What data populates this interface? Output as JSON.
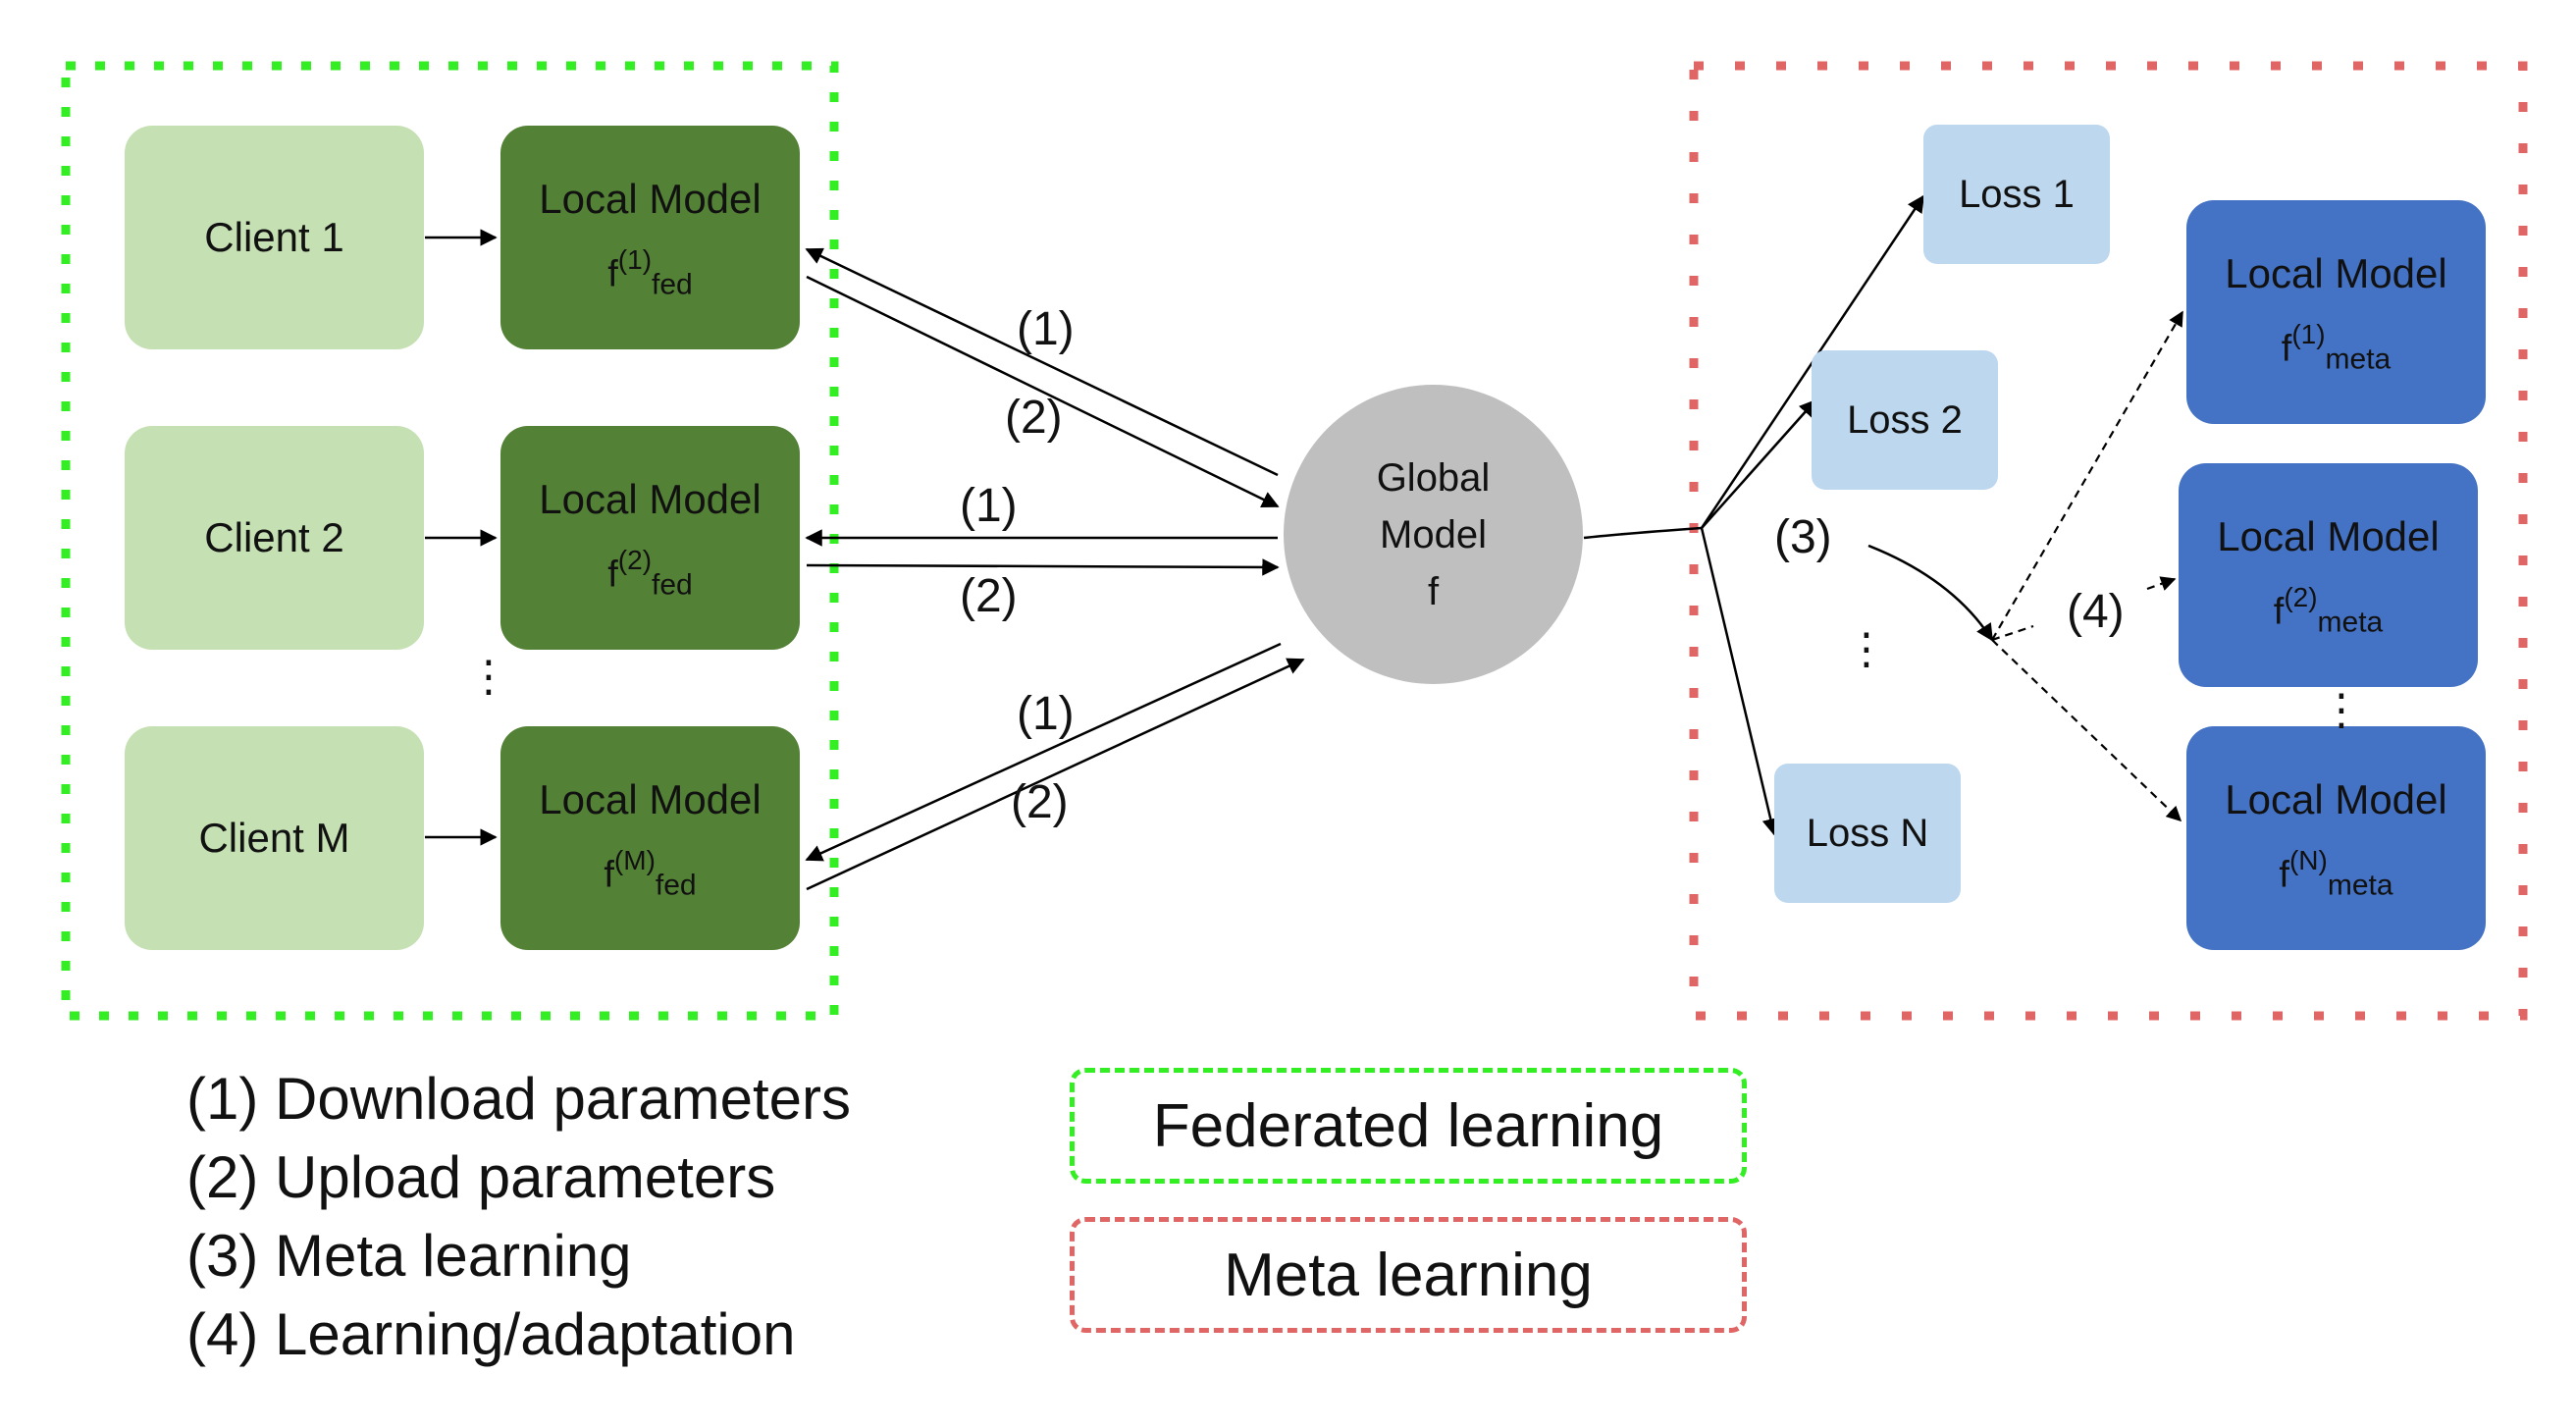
{
  "federated_panel": {
    "clients": [
      {
        "client": "Client 1",
        "model": "Local Model",
        "sym": "f",
        "sup": "(1)",
        "sub": "fed"
      },
      {
        "client": "Client 2",
        "model": "Local Model",
        "sym": "f",
        "sup": "(2)",
        "sub": "fed"
      },
      {
        "client": "Client M",
        "model": "Local Model",
        "sym": "f",
        "sup": "(M)",
        "sub": "fed"
      }
    ],
    "ellipsis": "⋮"
  },
  "global_model": {
    "line1": "Global",
    "line2": "Model",
    "line3": "f"
  },
  "arrow_labels": {
    "top_1": "(1)",
    "top_2": "(2)",
    "mid_1": "(1)",
    "mid_2": "(2)",
    "bot_1": "(1)",
    "bot_2": "(2)",
    "meta_3": "(3)",
    "adapt_4": "(4)"
  },
  "meta_panel": {
    "losses": [
      "Loss 1",
      "Loss 2",
      "Loss N"
    ],
    "loss_ellipsis": "⋮",
    "models": [
      {
        "model": "Local Model",
        "sym": "f",
        "sup": "(1)",
        "sub": "meta"
      },
      {
        "model": "Local Model",
        "sym": "f",
        "sup": "(2)",
        "sub": "meta"
      },
      {
        "model": "Local Model",
        "sym": "f",
        "sup": "(N)",
        "sub": "meta"
      }
    ],
    "model_ellipsis": "⋮"
  },
  "legend": {
    "items": [
      "(1) Download parameters",
      "(2) Upload parameters",
      "(3) Meta learning",
      "(4) Learning/adaptation"
    ],
    "key_federated": "Federated learning",
    "key_meta": "Meta learning"
  },
  "colors": {
    "federated_border": "#33ee22",
    "meta_border": "#e06666",
    "client_fill": "#c5e0b3",
    "local_fed_fill": "#538135",
    "loss_fill": "#bdd7ee",
    "local_meta_fill": "#4472c4",
    "global_fill": "#bfbfbf"
  }
}
